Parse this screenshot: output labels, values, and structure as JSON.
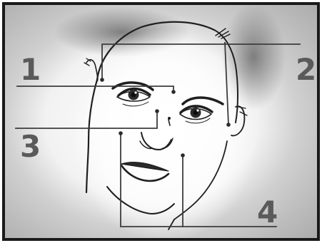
{
  "region_numbers": {
    "r1": "1",
    "r2": "2",
    "r3": "3",
    "r4": "4"
  },
  "colors": {
    "line": "#3c3c3c",
    "number": "#5a5a5a",
    "frame": "#1a1a1a"
  }
}
